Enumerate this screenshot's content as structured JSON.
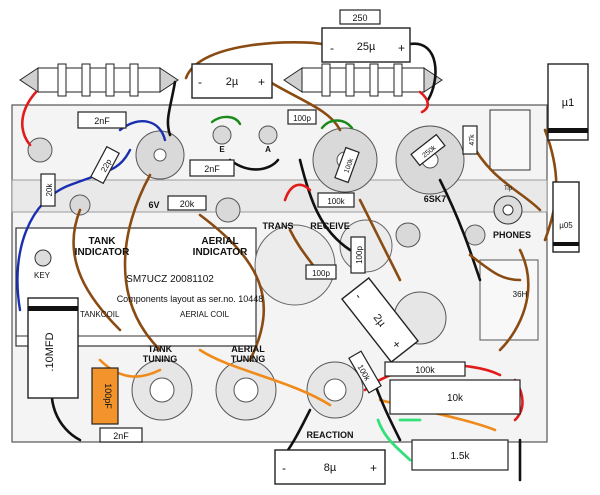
{
  "panel": {
    "title": "SM7UCZ  20081102",
    "note": "Components layout as ser.no. 10448",
    "tank_indicator": [
      "TANK",
      "INDICATOR"
    ],
    "aerial_indicator": [
      "AERIAL",
      "INDICATOR"
    ],
    "tankcoil": "TANKCOIL",
    "aerial_coil": "AERIAL COIL"
  },
  "labels": {
    "key": "KEY",
    "tank_tuning": [
      "TANK",
      "TUNING"
    ],
    "aerial_tuning": [
      "AERIAL",
      "TUNING"
    ],
    "reaction": "REACTION",
    "phones": "PHONES",
    "trans": "TRANS",
    "receive": "RECEIVE",
    "tube_6sk7": "6SK7",
    "tube_6v": "6V",
    "e": "E",
    "a": "A",
    "choke_36h": "36H",
    "tip": "Tip"
  },
  "components": {
    "cap_25u": {
      "label": "25µ",
      "minus": "-",
      "plus": "+"
    },
    "cap_2u_top": {
      "label": "2µ",
      "minus": "-",
      "plus": "+"
    },
    "cap_2u_mid": {
      "label": "2µ",
      "minus": "-",
      "plus": "+"
    },
    "cap_8u": {
      "label": "8µ",
      "minus": "-",
      "plus": "+"
    },
    "cap_u1": "µ1",
    "cap_u05": "µ05",
    "cap_10mfd": ".10MFD",
    "cap_100pf": "100pF",
    "cap_2nf_top": "2nF",
    "cap_2nf_mid": "2nF",
    "cap_2nf_bottom": "2nF",
    "cap_100p_top": "100p",
    "cap_100p_mid": "100p",
    "cap_100p_right": "100p",
    "cap_22p": "22p",
    "cap_20k_vertical": "20k",
    "cap_47k": "47k",
    "cap_250k": "250k",
    "res_250": "250",
    "res_20k": "20k",
    "res_100k_a": "100k",
    "res_100k_b": "100k",
    "res_100k_c": "100k",
    "res_10k": "10k",
    "res_1_5k": "1.5k"
  }
}
